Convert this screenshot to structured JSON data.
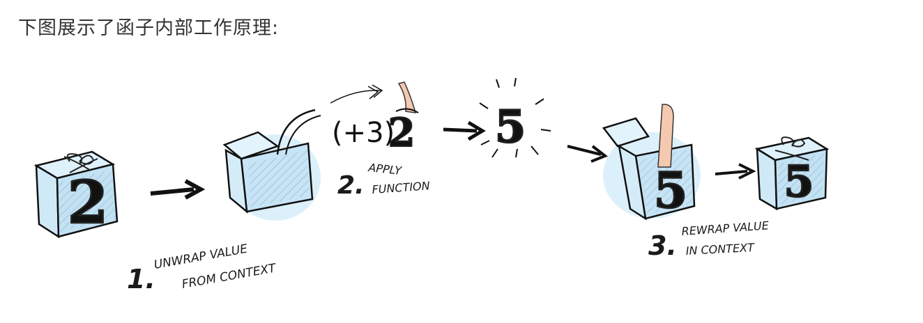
{
  "heading": "下图展示了函子内部工作原理:",
  "diagram": {
    "step1": {
      "number": "1.",
      "line1": "UNWRAP VALUE",
      "line2": "FROM CONTEXT"
    },
    "step2": {
      "number": "2.",
      "line1": "APPLY",
      "line2": "FUNCTION",
      "function_text": "(+3)"
    },
    "step3": {
      "number": "3.",
      "line1": "REWRAP VALUE",
      "line2": "IN CONTEXT"
    },
    "values": {
      "input": "2",
      "output": "5"
    },
    "colors": {
      "box": "#cfe9f7",
      "number": "#b9d86a",
      "gold": "#e8d060",
      "hand": "#f5c9b0"
    }
  }
}
